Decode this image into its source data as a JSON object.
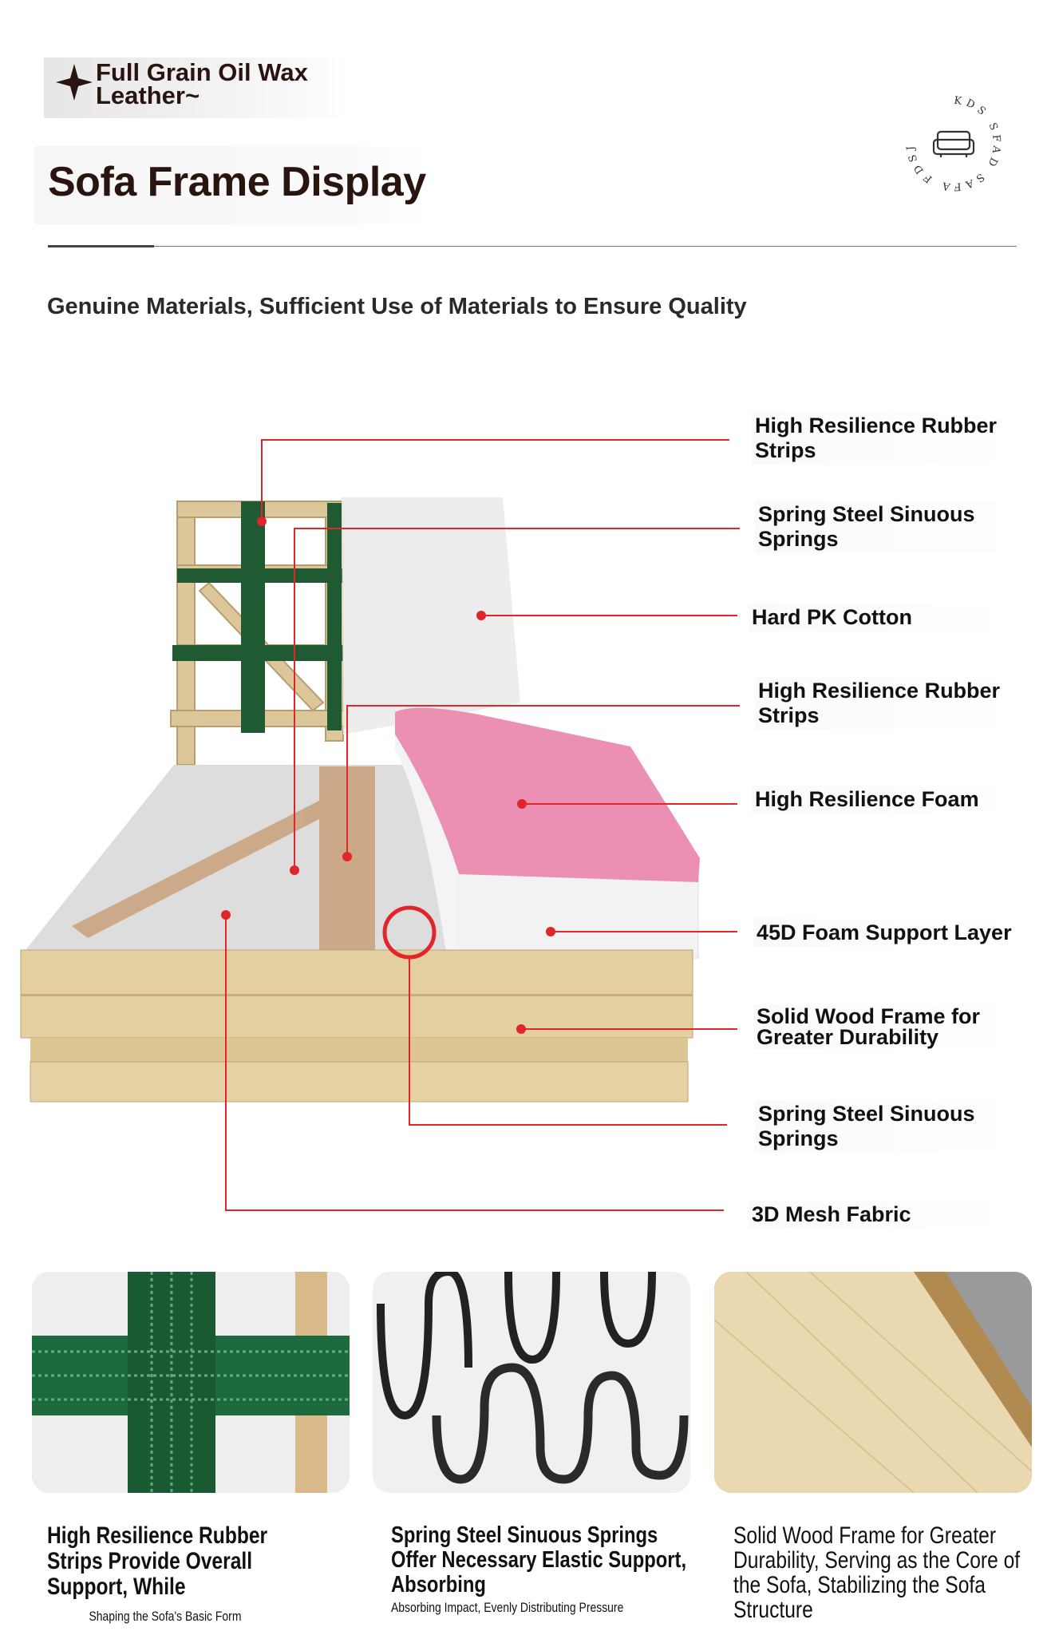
{
  "header": {
    "badge": "Full Grain Oil Wax Leather~",
    "title": "Sofa Frame Display",
    "subtitle": "Genuine Materials, Sufficient Use of Materials to Ensure Quality",
    "logo_text": "KDS SFAD SAFA FDSJ"
  },
  "diagram": {
    "labels": [
      "High Resilience Rubber Strips",
      "Spring Steel Sinuous Springs",
      "Hard PK Cotton",
      "High Resilience Rubber Strips",
      "High Resilience Foam",
      "45D Foam Support Layer",
      "Solid Wood Frame for Greater Durability",
      "Spring Steel Sinuous Springs",
      "3D Mesh Fabric"
    ],
    "accent_color": "#e0262b"
  },
  "cards": [
    {
      "title": "High Resilience Rubber Strips Provide Overall Support, While",
      "detail": "Shaping the Sofa's Basic Form"
    },
    {
      "title": "Spring Steel Sinuous Springs Offer Necessary Elastic Support, Absorbing",
      "detail": "Absorbing Impact, Evenly Distributing Pressure"
    },
    {
      "title": "Solid Wood Frame for Greater Durability, Serving as the Core of the Sofa, Stabilizing the Sofa Structure",
      "detail": ""
    }
  ]
}
